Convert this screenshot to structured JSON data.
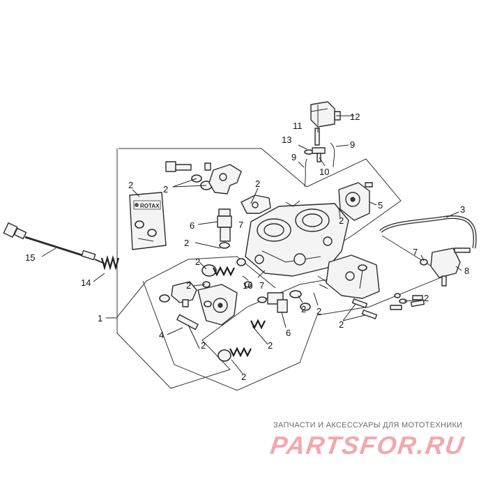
{
  "callouts": [
    {
      "id": "c1",
      "text": "1"
    },
    {
      "id": "c2a",
      "text": "2"
    },
    {
      "id": "c2b",
      "text": "2"
    },
    {
      "id": "c2c",
      "text": "2"
    },
    {
      "id": "c2d",
      "text": "2"
    },
    {
      "id": "c2e",
      "text": "2"
    },
    {
      "id": "c2f",
      "text": "2"
    },
    {
      "id": "c2g",
      "text": "2"
    },
    {
      "id": "c2h",
      "text": "2"
    },
    {
      "id": "c2i",
      "text": "2"
    },
    {
      "id": "c2j",
      "text": "2"
    },
    {
      "id": "c2k",
      "text": "2"
    },
    {
      "id": "c2l",
      "text": "2"
    },
    {
      "id": "c2m",
      "text": "2"
    },
    {
      "id": "c2n",
      "text": "2"
    },
    {
      "id": "c3",
      "text": "3"
    },
    {
      "id": "c4",
      "text": "4"
    },
    {
      "id": "c5",
      "text": "5"
    },
    {
      "id": "c6a",
      "text": "6"
    },
    {
      "id": "c6b",
      "text": "6"
    },
    {
      "id": "c7a",
      "text": "7"
    },
    {
      "id": "c7b",
      "text": "7"
    },
    {
      "id": "c7c",
      "text": "7"
    },
    {
      "id": "c8",
      "text": "8"
    },
    {
      "id": "c9a",
      "text": "9"
    },
    {
      "id": "c9b",
      "text": "9"
    },
    {
      "id": "c10",
      "text": "10"
    },
    {
      "id": "c11",
      "text": "11"
    },
    {
      "id": "c12",
      "text": "12"
    },
    {
      "id": "c13",
      "text": "13"
    },
    {
      "id": "c14",
      "text": "14"
    },
    {
      "id": "c15",
      "text": "15"
    },
    {
      "id": "c16",
      "text": "16"
    }
  ],
  "kit_label": "ROTAX",
  "watermark": {
    "line1": "ЗАПЧАСТИ И АКСЕССУАРЫ ДЛЯ МОТОТЕХНИКИ",
    "line2": "PARTSFOR.RU",
    "color": "#f2a8ad"
  }
}
